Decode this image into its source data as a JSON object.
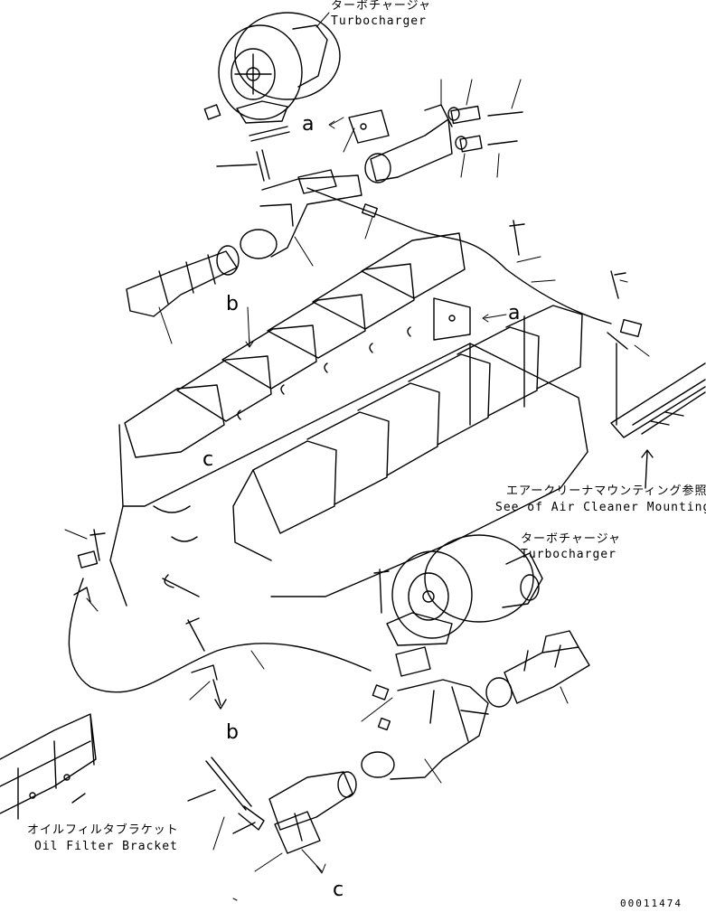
{
  "labels": {
    "turbo_top_jp": "ターボチャージャ",
    "turbo_top_en": "Turbocharger",
    "turbo_mid_jp": "ターボチャージャ",
    "turbo_mid_en": "Turbocharger",
    "air_cleaner_jp": "エアークリーナマウンティング参照",
    "air_cleaner_en": "See of Air Cleaner Mounting",
    "oil_filter_jp": "オイルフィルタブラケット",
    "oil_filter_en": "Oil Filter Bracket"
  },
  "reference_marks": {
    "a1": "a",
    "a2": "a",
    "b1": "b",
    "b2": "b",
    "c1": "c",
    "c2": "c"
  },
  "drawing_number": "00011474",
  "colors": {
    "line": "#000000",
    "background": "#ffffff"
  }
}
